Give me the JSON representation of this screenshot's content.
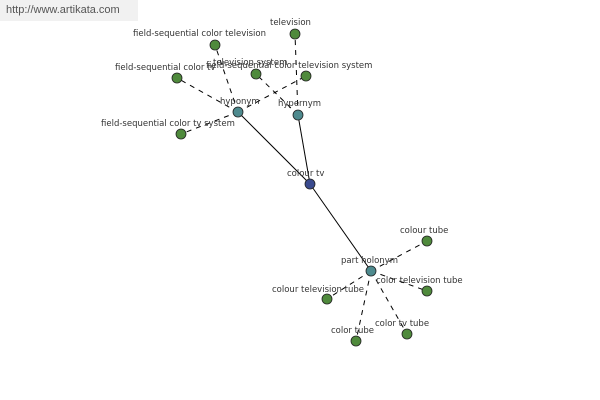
{
  "watermark": "http://www.artikata.com",
  "colors": {
    "leaf": "#4f8a3c",
    "relation": "#4e8a8e",
    "center": "#3a4a8e",
    "edge": "#000000"
  },
  "nodes": [
    {
      "id": "colour-tv",
      "label": "colour tv",
      "kind": "center"
    },
    {
      "id": "hyponym",
      "label": "hyponym",
      "kind": "relation"
    },
    {
      "id": "hypernym",
      "label": "hypernym",
      "kind": "relation"
    },
    {
      "id": "part-holonym",
      "label": "part holonym",
      "kind": "relation"
    },
    {
      "id": "field-seq-color-television",
      "label": "field-sequential color television",
      "kind": "leaf"
    },
    {
      "id": "field-seq-color-tv",
      "label": "field-sequential color tv",
      "kind": "leaf"
    },
    {
      "id": "field-seq-color-tv-system",
      "label": "field-sequential color tv system",
      "kind": "leaf"
    },
    {
      "id": "field-seq-color-television-system",
      "label": "field-sequential color television system",
      "kind": "leaf"
    },
    {
      "id": "television",
      "label": "television",
      "kind": "leaf"
    },
    {
      "id": "television-system",
      "label": "television system",
      "kind": "leaf"
    },
    {
      "id": "colour-tube",
      "label": "colour tube",
      "kind": "leaf"
    },
    {
      "id": "color-television-tube",
      "label": "color television tube",
      "kind": "leaf"
    },
    {
      "id": "colour-television-tube",
      "label": "colour television tube",
      "kind": "leaf"
    },
    {
      "id": "color-tube",
      "label": "color tube",
      "kind": "leaf"
    },
    {
      "id": "color-tv-tube",
      "label": "color tv tube",
      "kind": "leaf"
    }
  ],
  "edges": [
    {
      "from": "colour-tv",
      "to": "hyponym",
      "style": "solid"
    },
    {
      "from": "colour-tv",
      "to": "hypernym",
      "style": "solid"
    },
    {
      "from": "colour-tv",
      "to": "part-holonym",
      "style": "solid"
    },
    {
      "from": "hyponym",
      "to": "field-seq-color-television",
      "style": "dashed"
    },
    {
      "from": "hyponym",
      "to": "field-seq-color-tv",
      "style": "dashed"
    },
    {
      "from": "hyponym",
      "to": "field-seq-color-tv-system",
      "style": "dashed"
    },
    {
      "from": "hyponym",
      "to": "field-seq-color-television-system",
      "style": "dashed"
    },
    {
      "from": "hypernym",
      "to": "television",
      "style": "dashed"
    },
    {
      "from": "hypernym",
      "to": "television-system",
      "style": "dashed"
    },
    {
      "from": "part-holonym",
      "to": "colour-tube",
      "style": "dashed"
    },
    {
      "from": "part-holonym",
      "to": "color-television-tube",
      "style": "dashed"
    },
    {
      "from": "part-holonym",
      "to": "colour-television-tube",
      "style": "dashed"
    },
    {
      "from": "part-holonym",
      "to": "color-tube",
      "style": "dashed"
    },
    {
      "from": "part-holonym",
      "to": "color-tv-tube",
      "style": "dashed"
    }
  ]
}
